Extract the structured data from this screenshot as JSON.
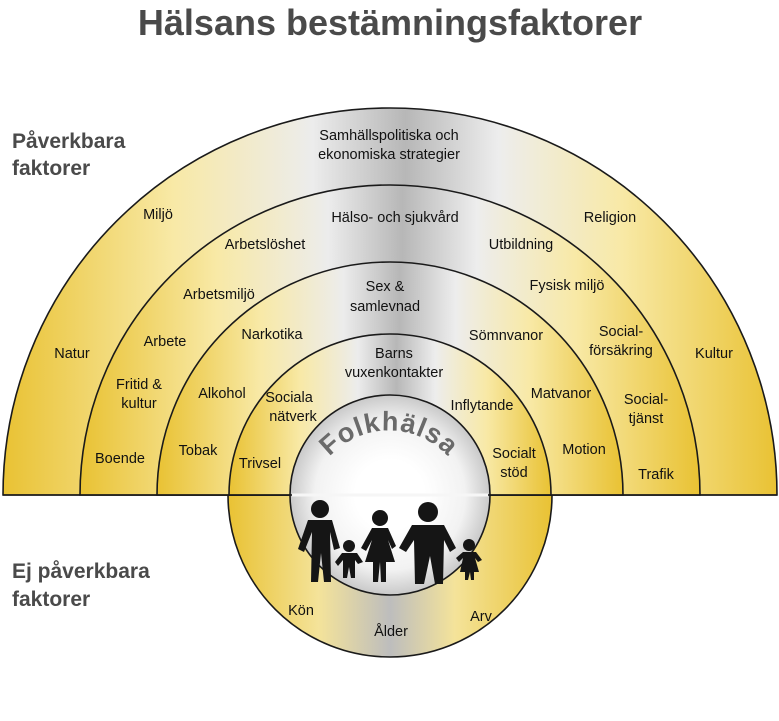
{
  "title": "Hälsans bestämningsfaktorer",
  "influenceable_label": [
    "Påverkbara",
    "faktorer"
  ],
  "non_influenceable_label": [
    "Ej påverkbara",
    "faktorer"
  ],
  "center_label": "Folkhälsa",
  "colors": {
    "gold": "#e9c233",
    "pale_gold": "#fbf3c7",
    "silver": "#bcbcbc",
    "white": "#ffffff",
    "outline": "#1a1a1a",
    "heading_text": "#4a4a4a"
  },
  "rings": {
    "outer": {
      "top_lines": [
        "Samhällspolitiska och",
        "ekonomiska  strategier"
      ],
      "left": [
        "Miljö",
        "Natur"
      ],
      "right": [
        "Religion",
        "Kultur"
      ]
    },
    "second": {
      "top": "Hälso- och sjukvård",
      "left": [
        "Arbetslöshet",
        "Arbetsmiljö",
        "Arbete",
        "Fritid &",
        "kultur",
        "Boende"
      ],
      "right": [
        "Utbildning",
        "Fysisk miljö",
        "Social-",
        "försäkring",
        "Social-",
        "tjänst",
        "Trafik"
      ]
    },
    "third": {
      "top_lines": [
        "Sex &",
        "samlevnad"
      ],
      "left": [
        "Narkotika",
        "Alkohol",
        "Tobak"
      ],
      "right": [
        "Sömnvanor",
        "Matvanor",
        "Motion"
      ]
    },
    "inner": {
      "top_lines": [
        "Barns",
        "vuxenkontakter"
      ],
      "left": [
        "Sociala",
        "nätverk",
        "Trivsel"
      ],
      "right": [
        "Inflytande",
        "Socialt",
        "stöd"
      ]
    }
  },
  "bottom_factors": [
    "Kön",
    "Ålder",
    "Arv"
  ],
  "family_icon": "family-silhouette-icon"
}
